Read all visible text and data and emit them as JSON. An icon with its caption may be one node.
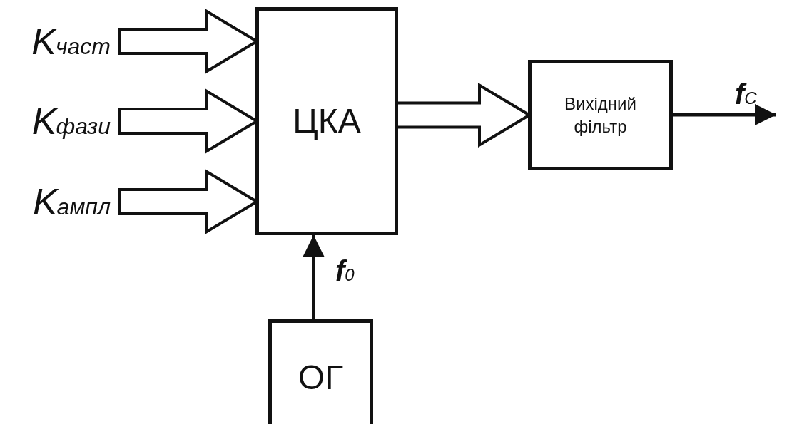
{
  "diagram": {
    "nodes": [
      {
        "text": [
          "K$_{част}$"
        ]
      },
      {
        "text": [
          "K$_{фази}$"
        ]
      },
      {
        "text": [
          "K$_{ампл}$"
        ]
      },
      {
        "text": [
          "ЦКА"
        ]
      },
      {
        "text": [
          "Вихідний фільтр"
        ]
      },
      {
        "text": [
          "ОГ"
        ]
      }
    ],
    "edges": [
      {
        "from": 0,
        "to": 3,
        "arrow": "to",
        "style": "thick"
      },
      {
        "from": 1,
        "to": 3,
        "arrow": "to",
        "style": "thick"
      },
      {
        "from": 2,
        "to": 3,
        "arrow": "to",
        "style": "thick"
      },
      {
        "from": 3,
        "to": 4,
        "arrow": "to",
        "style": "thick"
      },
      {
        "from": 5,
        "to": 3,
        "arrow": "to",
        "label": "f$_{0}$"
      },
      {
        "from": 4,
        "to": null,
        "arrow": "to",
        "label": "f$_{C}$"
      }
    ]
  }
}
